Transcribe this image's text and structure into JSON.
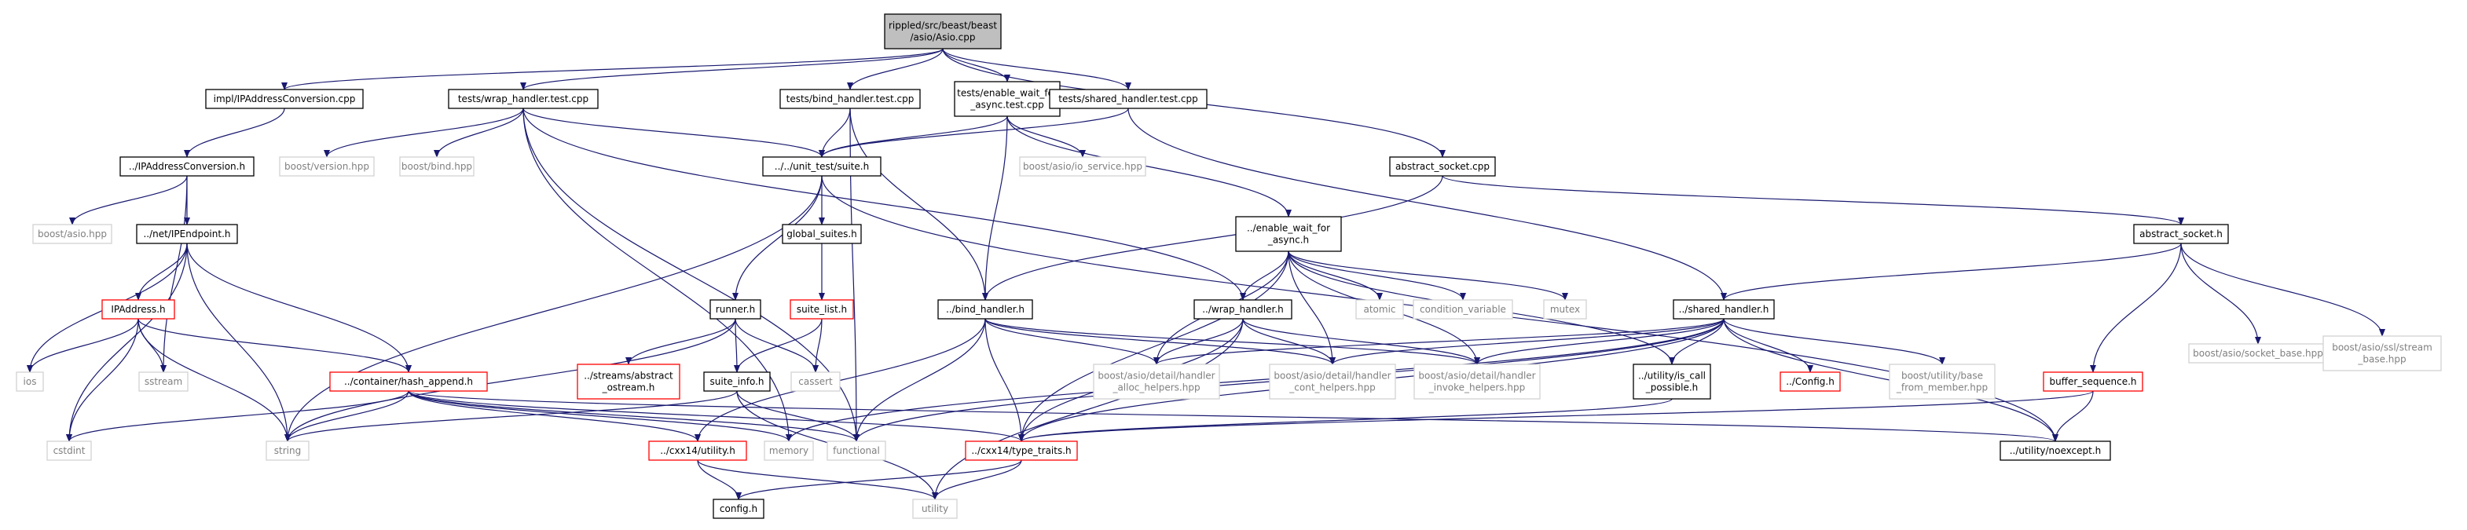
{
  "colors": {
    "edge": "#191970",
    "focus_fill": "#bfbfbf",
    "solid_border": "#000000",
    "missing_border": "#d3d3d3",
    "missing_text": "#808080",
    "truncated_border": "#ff0000",
    "text": "#000000"
  },
  "nodes": [
    {
      "id": "asio_cpp",
      "lines": [
        "rippled/src/beast/beast",
        "/asio/Asio.cpp"
      ],
      "kind": "focus"
    },
    {
      "id": "impl_ipaddrconv_cpp",
      "lines": [
        "impl/IPAddressConversion.cpp"
      ],
      "kind": "normal"
    },
    {
      "id": "wrap_handler_test",
      "lines": [
        "tests/wrap_handler.test.cpp"
      ],
      "kind": "normal"
    },
    {
      "id": "bind_handler_test",
      "lines": [
        "tests/bind_handler.test.cpp"
      ],
      "kind": "normal"
    },
    {
      "id": "enable_wait_test",
      "lines": [
        "tests/enable_wait_for",
        "_async.test.cpp"
      ],
      "kind": "normal"
    },
    {
      "id": "shared_handler_test",
      "lines": [
        "tests/shared_handler.test.cpp"
      ],
      "kind": "normal"
    },
    {
      "id": "abstract_socket_cpp",
      "lines": [
        "abstract_socket.cpp"
      ],
      "kind": "normal"
    },
    {
      "id": "ipaddrconv_h",
      "lines": [
        "../IPAddressConversion.h"
      ],
      "kind": "normal"
    },
    {
      "id": "boost_version",
      "lines": [
        "boost/version.hpp"
      ],
      "kind": "external"
    },
    {
      "id": "boost_bind",
      "lines": [
        "boost/bind.hpp"
      ],
      "kind": "external"
    },
    {
      "id": "suite_h",
      "lines": [
        "../../unit_test/suite.h"
      ],
      "kind": "normal"
    },
    {
      "id": "io_service",
      "lines": [
        "boost/asio/io_service.hpp"
      ],
      "kind": "external"
    },
    {
      "id": "boost_asio",
      "lines": [
        "boost/asio.hpp"
      ],
      "kind": "external"
    },
    {
      "id": "ipendpoint_h",
      "lines": [
        "../net/IPEndpoint.h"
      ],
      "kind": "normal"
    },
    {
      "id": "global_suites",
      "lines": [
        "global_suites.h"
      ],
      "kind": "normal"
    },
    {
      "id": "enable_wait_h",
      "lines": [
        "../enable_wait_for",
        "_async.h"
      ],
      "kind": "normal"
    },
    {
      "id": "abstract_socket_h",
      "lines": [
        "abstract_socket.h"
      ],
      "kind": "normal"
    },
    {
      "id": "ipaddress_h",
      "lines": [
        "IPAddress.h"
      ],
      "kind": "truncated"
    },
    {
      "id": "suite_list_h",
      "lines": [
        "suite_list.h"
      ],
      "kind": "truncated"
    },
    {
      "id": "runner_h",
      "lines": [
        "runner.h"
      ],
      "kind": "normal"
    },
    {
      "id": "bind_handler_h",
      "lines": [
        "../bind_handler.h"
      ],
      "kind": "normal"
    },
    {
      "id": "wrap_handler_h",
      "lines": [
        "../wrap_handler.h"
      ],
      "kind": "normal"
    },
    {
      "id": "atomic",
      "lines": [
        "atomic"
      ],
      "kind": "external"
    },
    {
      "id": "condvar",
      "lines": [
        "condition_variable"
      ],
      "kind": "external"
    },
    {
      "id": "mutex",
      "lines": [
        "mutex"
      ],
      "kind": "external"
    },
    {
      "id": "shared_handler_h",
      "lines": [
        "../shared_handler.h"
      ],
      "kind": "normal"
    },
    {
      "id": "socket_base",
      "lines": [
        "boost/asio/socket_base.hpp"
      ],
      "kind": "external"
    },
    {
      "id": "ssl_stream",
      "lines": [
        "boost/asio/ssl/stream",
        "_base.hpp"
      ],
      "kind": "external"
    },
    {
      "id": "ios",
      "lines": [
        "ios"
      ],
      "kind": "external"
    },
    {
      "id": "sstream",
      "lines": [
        "sstream"
      ],
      "kind": "external"
    },
    {
      "id": "abstract_ostream",
      "lines": [
        "../streams/abstract",
        "_ostream.h"
      ],
      "kind": "truncated"
    },
    {
      "id": "cassert",
      "lines": [
        "cassert"
      ],
      "kind": "external"
    },
    {
      "id": "suite_info",
      "lines": [
        "suite_info.h"
      ],
      "kind": "normal"
    },
    {
      "id": "alloc_helpers",
      "lines": [
        "boost/asio/detail/handler",
        "_alloc_helpers.hpp"
      ],
      "kind": "external"
    },
    {
      "id": "cont_helpers",
      "lines": [
        "boost/asio/detail/handler",
        "_cont_helpers.hpp"
      ],
      "kind": "external"
    },
    {
      "id": "invoke_helpers",
      "lines": [
        "boost/asio/detail/handler",
        "_invoke_helpers.hpp"
      ],
      "kind": "external"
    },
    {
      "id": "is_call_possible",
      "lines": [
        "../utility/is_call",
        "_possible.h"
      ],
      "kind": "normal"
    },
    {
      "id": "config_h",
      "lines": [
        "../Config.h"
      ],
      "kind": "truncated"
    },
    {
      "id": "base_from_member",
      "lines": [
        "boost/utility/base",
        "_from_member.hpp"
      ],
      "kind": "external"
    },
    {
      "id": "buffer_sequence",
      "lines": [
        "buffer_sequence.h"
      ],
      "kind": "truncated"
    },
    {
      "id": "hash_append",
      "lines": [
        "../container/hash_append.h"
      ],
      "kind": "truncated"
    },
    {
      "id": "cstdint",
      "lines": [
        "cstdint"
      ],
      "kind": "external"
    },
    {
      "id": "string",
      "lines": [
        "string"
      ],
      "kind": "external"
    },
    {
      "id": "cxx14_utility",
      "lines": [
        "../cxx14/utility.h"
      ],
      "kind": "truncated"
    },
    {
      "id": "memory",
      "lines": [
        "memory"
      ],
      "kind": "external"
    },
    {
      "id": "functional",
      "lines": [
        "functional"
      ],
      "kind": "external"
    },
    {
      "id": "type_traits",
      "lines": [
        "../cxx14/type_traits.h"
      ],
      "kind": "truncated"
    },
    {
      "id": "noexcept",
      "lines": [
        "../utility/noexcept.h"
      ],
      "kind": "normal"
    },
    {
      "id": "config_h2",
      "lines": [
        "config.h"
      ],
      "kind": "normal"
    },
    {
      "id": "utility",
      "lines": [
        "utility"
      ],
      "kind": "external"
    }
  ],
  "edges": [
    [
      "asio_cpp",
      "impl_ipaddrconv_cpp"
    ],
    [
      "asio_cpp",
      "wrap_handler_test"
    ],
    [
      "asio_cpp",
      "bind_handler_test"
    ],
    [
      "asio_cpp",
      "enable_wait_test"
    ],
    [
      "asio_cpp",
      "shared_handler_test"
    ],
    [
      "asio_cpp",
      "abstract_socket_cpp"
    ],
    [
      "impl_ipaddrconv_cpp",
      "ipaddrconv_h"
    ],
    [
      "ipaddrconv_h",
      "boost_asio"
    ],
    [
      "ipaddrconv_h",
      "ipendpoint_h"
    ],
    [
      "ipaddrconv_h",
      "sstream"
    ],
    [
      "ipendpoint_h",
      "ipaddress_h"
    ],
    [
      "ipendpoint_h",
      "hash_append"
    ],
    [
      "ipendpoint_h",
      "ios"
    ],
    [
      "ipendpoint_h",
      "string"
    ],
    [
      "ipendpoint_h",
      "cstdint"
    ],
    [
      "ipaddress_h",
      "hash_append"
    ],
    [
      "ipaddress_h",
      "ios"
    ],
    [
      "ipaddress_h",
      "sstream"
    ],
    [
      "ipaddress_h",
      "string"
    ],
    [
      "ipaddress_h",
      "cstdint"
    ],
    [
      "wrap_handler_test",
      "boost_version"
    ],
    [
      "wrap_handler_test",
      "boost_bind"
    ],
    [
      "wrap_handler_test",
      "suite_h"
    ],
    [
      "wrap_handler_test",
      "wrap_handler_h"
    ],
    [
      "wrap_handler_test",
      "functional"
    ],
    [
      "wrap_handler_test",
      "memory"
    ],
    [
      "bind_handler_test",
      "suite_h"
    ],
    [
      "bind_handler_test",
      "bind_handler_h"
    ],
    [
      "bind_handler_test",
      "functional"
    ],
    [
      "enable_wait_test",
      "suite_h"
    ],
    [
      "enable_wait_test",
      "io_service"
    ],
    [
      "enable_wait_test",
      "enable_wait_h"
    ],
    [
      "enable_wait_test",
      "bind_handler_h"
    ],
    [
      "shared_handler_test",
      "suite_h"
    ],
    [
      "shared_handler_test",
      "shared_handler_h"
    ],
    [
      "abstract_socket_cpp",
      "abstract_socket_h"
    ],
    [
      "abstract_socket_cpp",
      "bind_handler_h"
    ],
    [
      "suite_h",
      "global_suites"
    ],
    [
      "suite_h",
      "runner_h"
    ],
    [
      "suite_h",
      "string"
    ],
    [
      "suite_h",
      "noexcept"
    ],
    [
      "global_suites",
      "suite_list_h"
    ],
    [
      "suite_list_h",
      "suite_info"
    ],
    [
      "suite_list_h",
      "cassert"
    ],
    [
      "runner_h",
      "abstract_ostream"
    ],
    [
      "runner_h",
      "suite_info"
    ],
    [
      "runner_h",
      "cassert"
    ],
    [
      "runner_h",
      "string"
    ],
    [
      "suite_info",
      "functional"
    ],
    [
      "suite_info",
      "string"
    ],
    [
      "suite_info",
      "utility"
    ],
    [
      "enable_wait_h",
      "wrap_handler_h"
    ],
    [
      "enable_wait_h",
      "atomic"
    ],
    [
      "enable_wait_h",
      "condvar"
    ],
    [
      "enable_wait_h",
      "mutex"
    ],
    [
      "enable_wait_h",
      "alloc_helpers"
    ],
    [
      "enable_wait_h",
      "cont_helpers"
    ],
    [
      "enable_wait_h",
      "invoke_helpers"
    ],
    [
      "enable_wait_h",
      "is_call_possible"
    ],
    [
      "enable_wait_h",
      "type_traits"
    ],
    [
      "bind_handler_h",
      "alloc_helpers"
    ],
    [
      "bind_handler_h",
      "cont_helpers"
    ],
    [
      "bind_handler_h",
      "invoke_helpers"
    ],
    [
      "bind_handler_h",
      "functional"
    ],
    [
      "bind_handler_h",
      "type_traits"
    ],
    [
      "bind_handler_h",
      "cxx14_utility"
    ],
    [
      "wrap_handler_h",
      "alloc_helpers"
    ],
    [
      "wrap_handler_h",
      "cont_helpers"
    ],
    [
      "wrap_handler_h",
      "invoke_helpers"
    ],
    [
      "wrap_handler_h",
      "type_traits"
    ],
    [
      "wrap_handler_h",
      "utility"
    ],
    [
      "abstract_socket_h",
      "shared_handler_h"
    ],
    [
      "abstract_socket_h",
      "socket_base"
    ],
    [
      "abstract_socket_h",
      "ssl_stream"
    ],
    [
      "abstract_socket_h",
      "buffer_sequence"
    ],
    [
      "shared_handler_h",
      "alloc_helpers"
    ],
    [
      "shared_handler_h",
      "cont_helpers"
    ],
    [
      "shared_handler_h",
      "invoke_helpers"
    ],
    [
      "shared_handler_h",
      "is_call_possible"
    ],
    [
      "shared_handler_h",
      "config_h"
    ],
    [
      "shared_handler_h",
      "base_from_member"
    ],
    [
      "shared_handler_h",
      "noexcept"
    ],
    [
      "shared_handler_h",
      "type_traits"
    ],
    [
      "shared_handler_h",
      "memory"
    ],
    [
      "shared_handler_h",
      "functional"
    ],
    [
      "is_call_possible",
      "type_traits"
    ],
    [
      "buffer_sequence",
      "type_traits"
    ],
    [
      "buffer_sequence",
      "noexcept"
    ],
    [
      "hash_append",
      "cstdint"
    ],
    [
      "hash_append",
      "string"
    ],
    [
      "hash_append",
      "memory"
    ],
    [
      "hash_append",
      "functional"
    ],
    [
      "hash_append",
      "type_traits"
    ],
    [
      "hash_append",
      "noexcept"
    ],
    [
      "hash_append",
      "cxx14_utility"
    ],
    [
      "cxx14_utility",
      "config_h2"
    ],
    [
      "cxx14_utility",
      "utility"
    ],
    [
      "type_traits",
      "config_h2"
    ],
    [
      "type_traits",
      "utility"
    ]
  ]
}
